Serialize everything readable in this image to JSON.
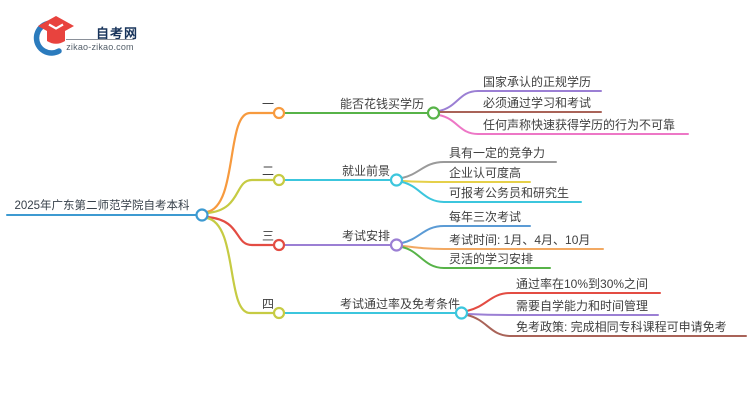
{
  "logo": {
    "title": "自考网",
    "domain": "zikao-zikao.com",
    "brand_color": "#17335a",
    "icon_blue": "#2b7bbd",
    "icon_red": "#e8433e"
  },
  "mindmap": {
    "root": {
      "label": "2025年广东第二师范学院自考本科",
      "color": "blue"
    },
    "branches": [
      {
        "index": "一",
        "index_color": "orange",
        "topic": "能否花钱买学历",
        "topic_color": "green",
        "children": [
          {
            "label": "国家承认的正规学历",
            "color": "purple"
          },
          {
            "label": "必须通过学习和考试",
            "color": "brick"
          },
          {
            "label": "任何声称快速获得学历的行为不可靠",
            "color": "pink"
          }
        ]
      },
      {
        "index": "二",
        "index_color": "olive",
        "topic": "就业前景",
        "topic_color": "cyan",
        "children": [
          {
            "label": "具有一定的竞争力",
            "color": "gray"
          },
          {
            "label": "企业认可度高",
            "color": "yellow"
          },
          {
            "label": "可报考公务员和研究生",
            "color": "cyan"
          }
        ]
      },
      {
        "index": "三",
        "index_color": "red",
        "topic": "考试安排",
        "topic_color": "purple",
        "children": [
          {
            "label": "每年三次考试",
            "color": "steelblue"
          },
          {
            "label": "考试时间: 1月、4月、10月",
            "color": "lightorange"
          },
          {
            "label": "灵活的学习安排",
            "color": "green"
          }
        ]
      },
      {
        "index": "四",
        "index_color": "olive",
        "topic": "考试通过率及免考条件",
        "topic_color": "cyan",
        "children": [
          {
            "label": "通过率在10%到30%之间",
            "color": "red"
          },
          {
            "label": "需要自学能力和时间管理",
            "color": "purple"
          },
          {
            "label": "免考政策: 完成相同专科课程可申请免考",
            "color": "brick"
          }
        ]
      }
    ],
    "palette": {
      "blue": "#3d9ad1",
      "orange": "#f79a3e",
      "olive": "#c6cb43",
      "red": "#e34c43",
      "green": "#57b348",
      "cyan": "#3cc6dd",
      "purple": "#9b7fd4",
      "brick": "#a96358",
      "pink": "#ed77c6",
      "gray": "#9a9a9a",
      "steelblue": "#5b9bd5",
      "lightorange": "#f2a963",
      "yellow": "#e5d04a"
    }
  }
}
